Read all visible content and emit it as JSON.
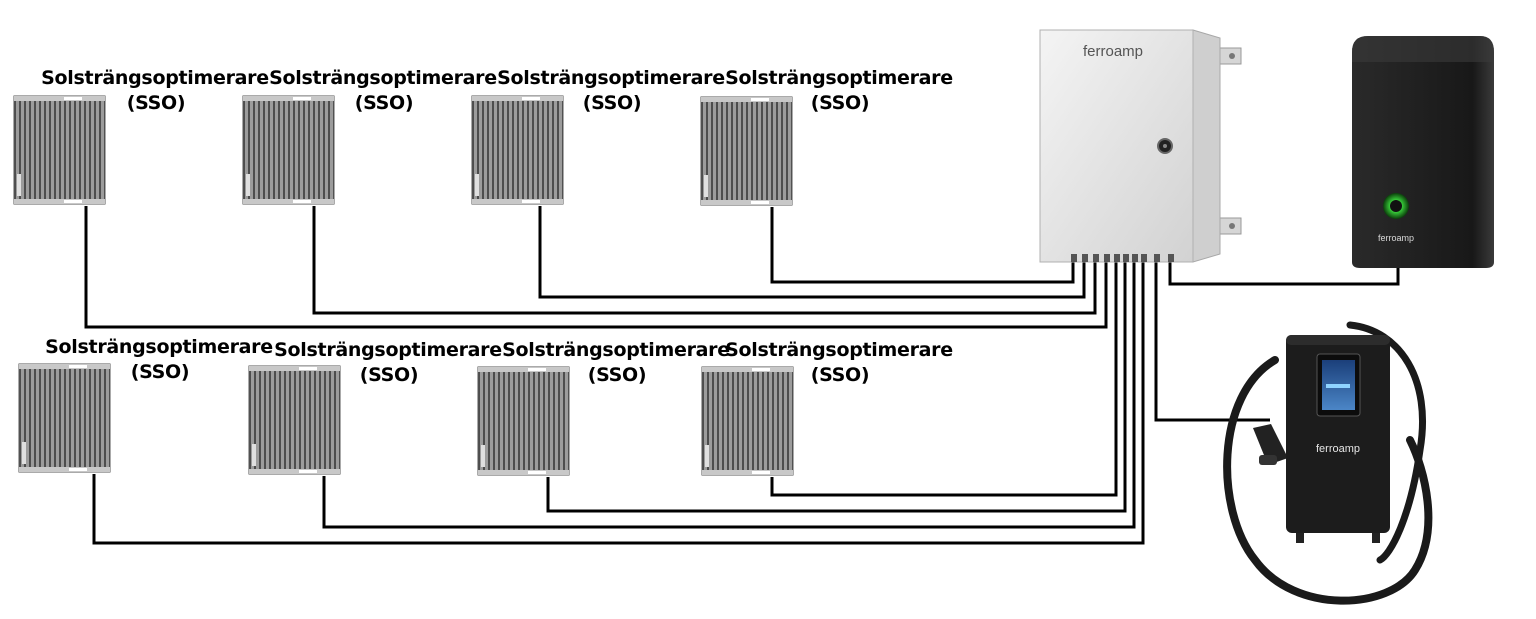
{
  "diagram": {
    "colors": {
      "cable": "#000000",
      "module": "#8a8a8a",
      "hub": "#e7e7e7",
      "charger": "#1c1c1c"
    },
    "sso_modules": [
      {
        "line1": "Solsträngsoptimerare",
        "line2": "(SSO)"
      },
      {
        "line1": "Solsträngsoptimerare",
        "line2": "(SSO)"
      },
      {
        "line1": "Solsträngsoptimerare",
        "line2": "(SSO)"
      },
      {
        "line1": "Solsträngsoptimerare",
        "line2": "(SSO)"
      },
      {
        "line1": "Solsträngsoptimerare",
        "line2": "(SSO)"
      },
      {
        "line1": "Solsträngsoptimerare",
        "line2": "(SSO)"
      },
      {
        "line1": "Solsträngsoptimerare",
        "line2": "(SSO)"
      },
      {
        "line1": "Solsträngsoptimerare",
        "line2": "(SSO)"
      }
    ],
    "hub": {
      "brand": "ferroamp"
    },
    "battery": {
      "brand": "ferroamp"
    },
    "charger": {
      "brand": "ferroamp"
    }
  }
}
